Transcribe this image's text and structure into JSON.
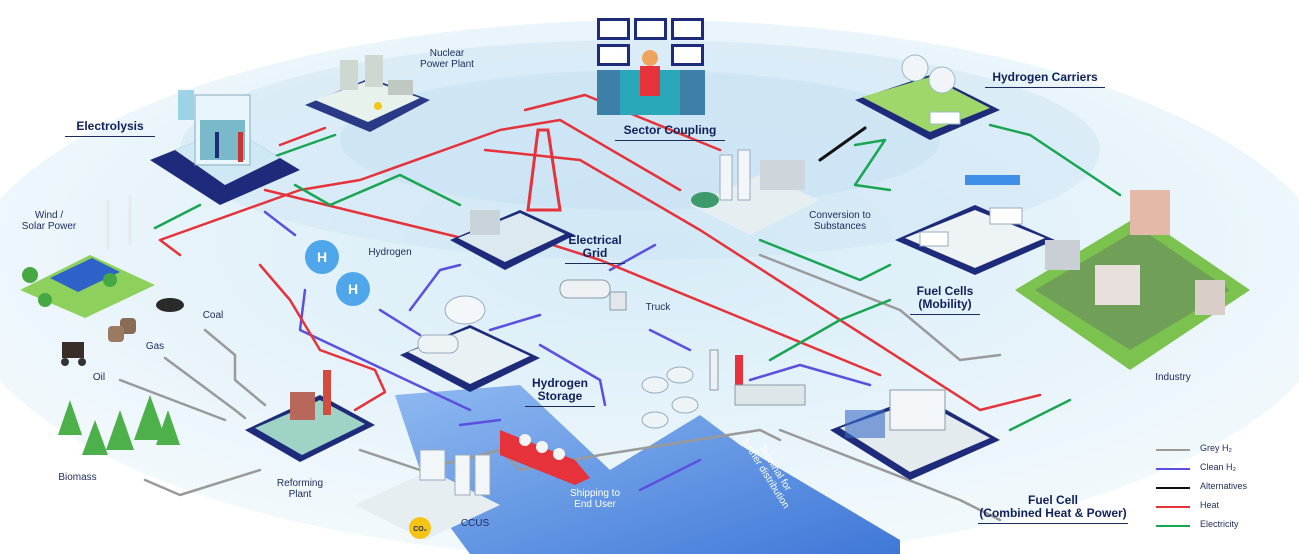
{
  "labels": {
    "nuclear": [
      "Nuclear",
      "Power Plant"
    ],
    "electrolysis": "Electrolysis",
    "sector_coupling": "Sector Coupling",
    "hydrogen_carriers": "Hydrogen Carriers",
    "wind_solar": [
      "Wind /",
      "Solar Power"
    ],
    "hydrogen": "Hydrogen",
    "electrical_grid": [
      "Electrical",
      "Grid"
    ],
    "conversion": [
      "Conversion to",
      "Substances"
    ],
    "fuel_cells_mobility": [
      "Fuel Cells",
      "(Mobility)"
    ],
    "truck": "Truck",
    "coal": "Coal",
    "gas": "Gas",
    "oil": "Oil",
    "hydrogen_storage": [
      "Hydrogen",
      "Storage"
    ],
    "industry": "Industry",
    "biomass": "Biomass",
    "reforming": [
      "Reforming",
      "Plant"
    ],
    "ccus": "CCUS",
    "co2_badge": "CO₂",
    "shipping": [
      "Shipping to",
      "End User"
    ],
    "terminal": [
      "Terminal for",
      "further distribution"
    ],
    "fuel_cell_chp": [
      "Fuel Cell",
      "(Combined Heat & Power)"
    ],
    "h_icon": "H"
  },
  "legend": [
    {
      "label": "Grey H₂",
      "color": "#9a9a9a"
    },
    {
      "label": "Clean H₂",
      "color": "#5b4fe0"
    },
    {
      "label": "Alternatives",
      "color": "#111111"
    },
    {
      "label": "Heat",
      "color": "#e5323b"
    },
    {
      "label": "Electricity",
      "color": "#1aa553"
    }
  ],
  "colors": {
    "grey": "#9a9a9a",
    "clean": "#5b4fe0",
    "alt": "#111111",
    "heat": "#e5323b",
    "elec": "#1aa553",
    "water": "#4f86e0",
    "platform": "#1d2b7a",
    "ground": "#dff0f8"
  }
}
